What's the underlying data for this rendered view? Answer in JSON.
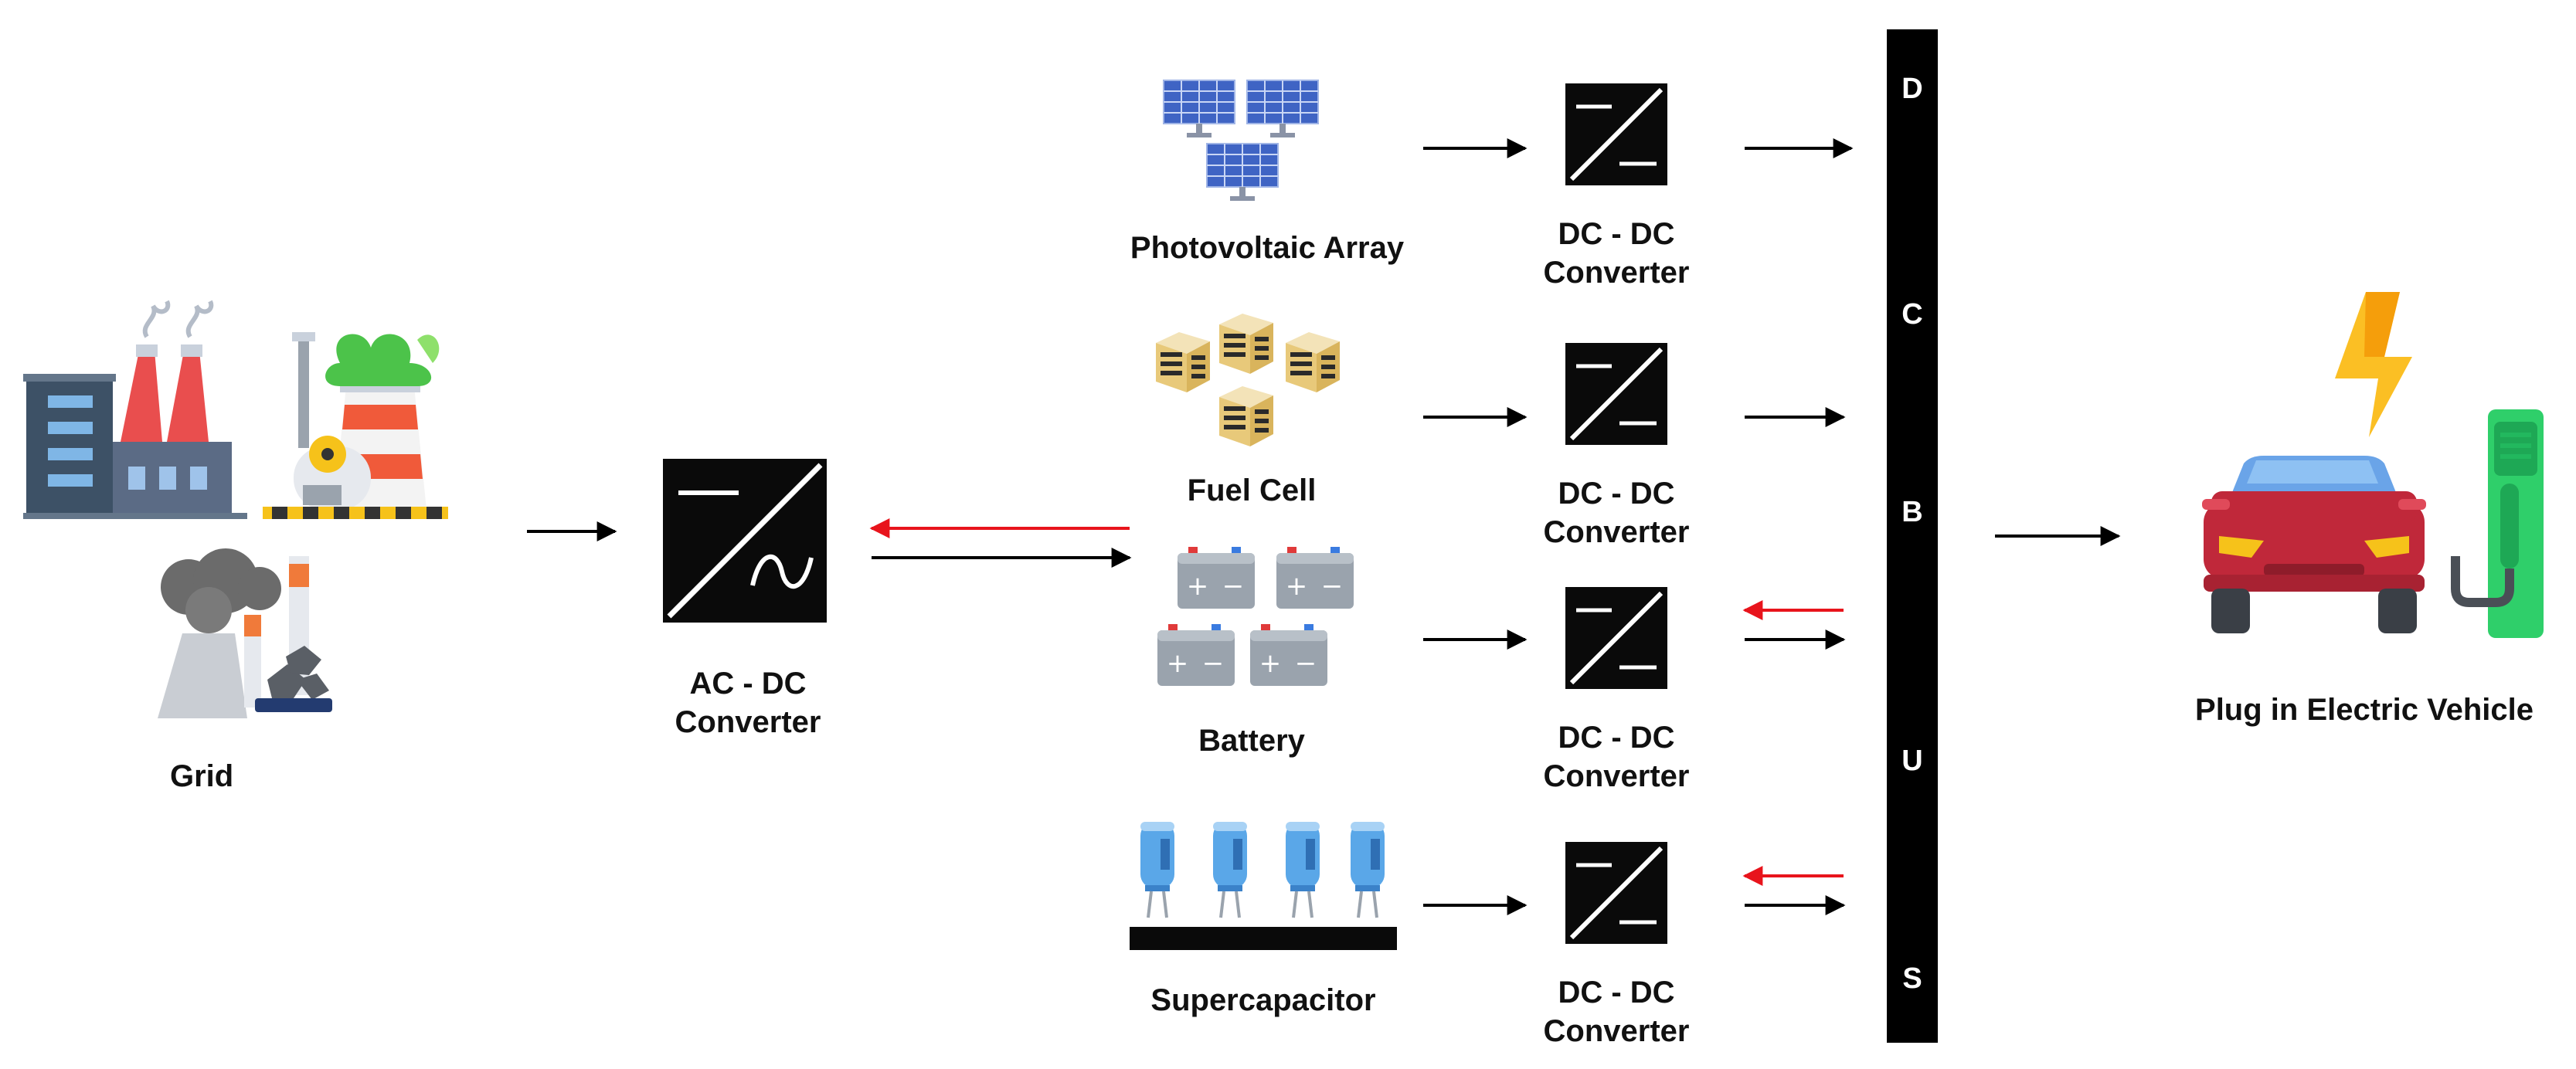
{
  "labels": {
    "grid": "Grid",
    "ac_dc": [
      "AC - DC",
      "Converter"
    ],
    "photovoltaic": "Photovoltaic Array",
    "fuel_cell": "Fuel Cell",
    "battery": "Battery",
    "supercapacitor": "Supercapacitor",
    "dc_dc": [
      "DC - DC",
      "Converter"
    ],
    "ev": "Plug in Electric Vehicle"
  },
  "bus_letters": [
    "D",
    "C",
    "B",
    "U",
    "S"
  ],
  "colors": {
    "arrow": "#000000",
    "reverse_arrow": "#e8141c",
    "converter": "#0a0a0a",
    "bus": "#000000",
    "panel": "#4a6fc9",
    "car": "#c0283a",
    "charger": "#2fcf6a",
    "bolt": "#fbbf24"
  },
  "icons": {
    "grid": [
      "factory-icon",
      "nuclear-plant-icon",
      "coal-plant-icon"
    ],
    "photovoltaic": "solar-panel-icon",
    "fuel_cell": "fuel-cell-icon",
    "battery": "battery-icon",
    "supercapacitor": "capacitor-icon",
    "ev": "electric-car-icon"
  }
}
